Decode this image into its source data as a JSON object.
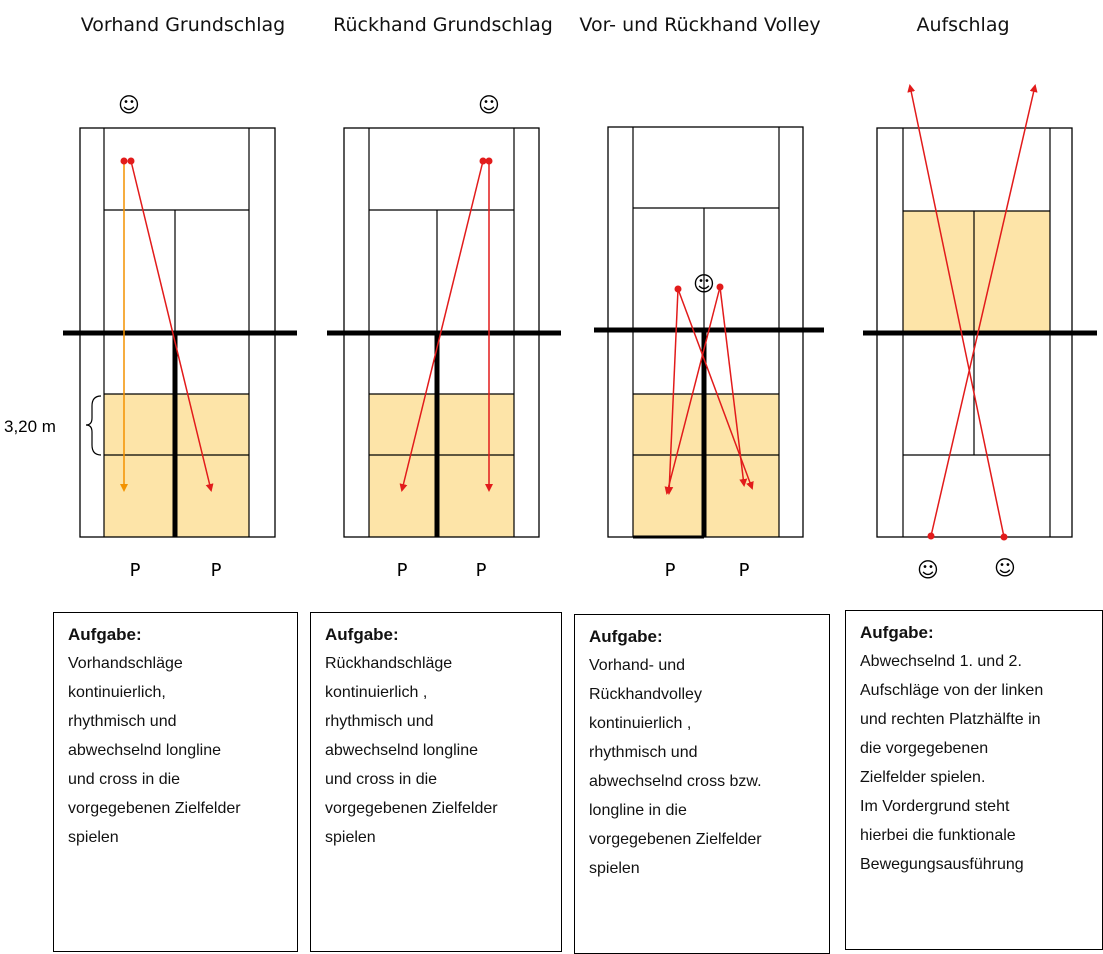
{
  "columns": [
    {
      "title": "Vorhand Grundschlag",
      "players": [
        "P",
        "P"
      ],
      "task_heading": "Aufgabe:",
      "task_text": "Vorhandschläge\nkontinuierlich,\nrhythmisch und\nabwechselnd longline\nund cross in die\nvorgegebenen Zielfelder\nspielen"
    },
    {
      "title": "Rückhand Grundschlag",
      "players": [
        "P",
        "P"
      ],
      "task_heading": "Aufgabe:",
      "task_text": "Rückhandschläge\nkontinuierlich ,\nrhythmisch und\nabwechselnd longline\nund cross in die\nvorgegebenen Zielfelder\nspielen"
    },
    {
      "title": "Vor- und Rückhand Volley",
      "players": [
        "P",
        "P"
      ],
      "task_heading": "Aufgabe:",
      "task_text": "Vorhand- und\nRückhandvolley\nkontinuierlich ,\nrhythmisch und\nabwechselnd cross bzw.\nlongline in die\nvorgegebenen Zielfelder\nspielen"
    },
    {
      "title": "Aufschlag",
      "players": [],
      "task_heading": "Aufgabe:",
      "task_text": "Abwechselnd 1. und 2.\nAufschläge von der linken\nund rechten Platzhälfte in\ndie vorgegebenen\nZielfelder spielen.\nIm Vordergrund steht\nhierbei die funktionale\nBewegungsausführung"
    }
  ],
  "measure_label": "3,20 m",
  "smiley_glyph": "☺",
  "colors": {
    "court_line": "#000000",
    "net": "#000000",
    "target_zone": "#fde4a8",
    "arrow": "#e21b1b",
    "arrow_orange": "#f39200"
  }
}
